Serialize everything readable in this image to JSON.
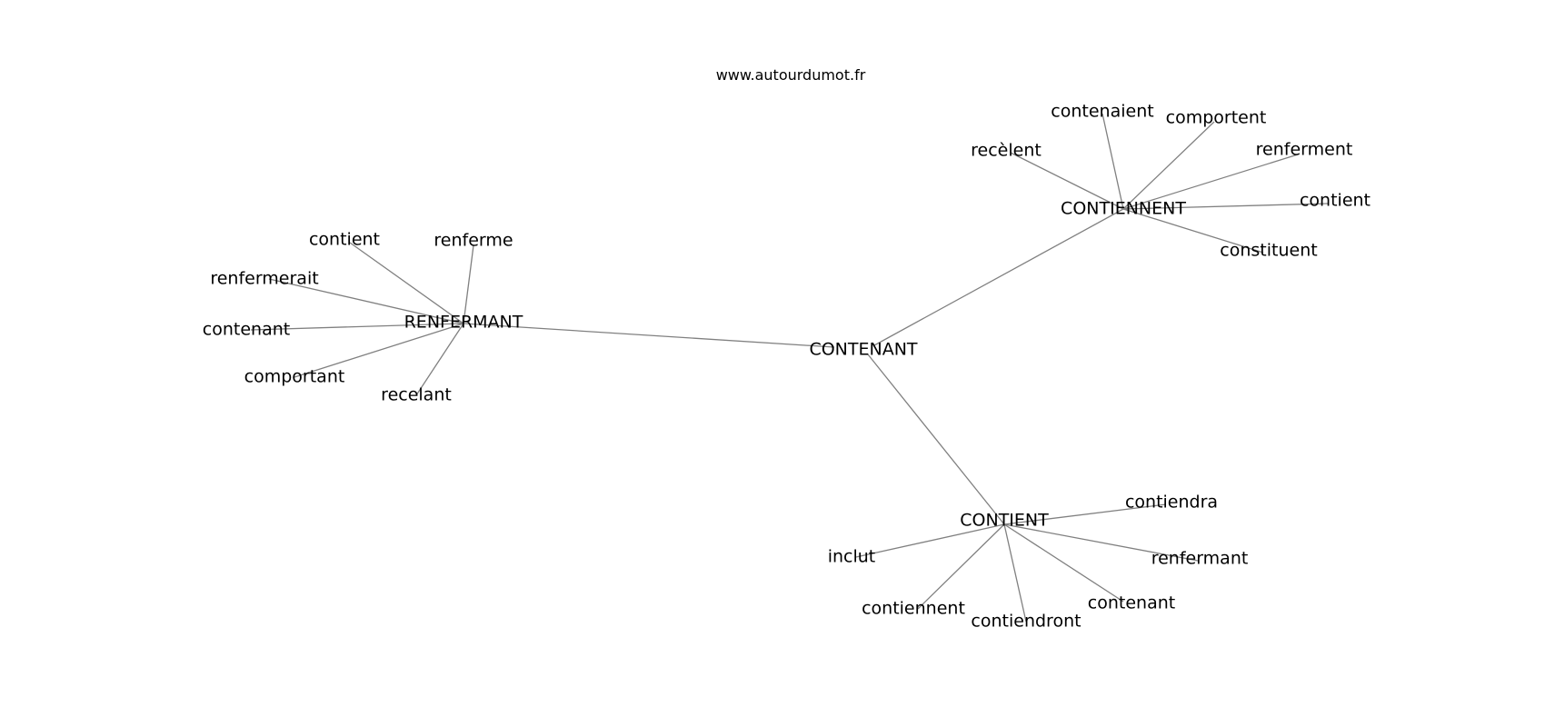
{
  "site": "www.autourdumot.fr",
  "graph": {
    "center": "CONTENANT",
    "hubs": [
      {
        "label": "RENFERMANT",
        "words": [
          "contient",
          "renferme",
          "renfermerait",
          "contenant",
          "comportant",
          "recelant"
        ]
      },
      {
        "label": "CONTIENNENT",
        "words": [
          "recèlent",
          "contenaient",
          "comportent",
          "renferment",
          "contient",
          "constituent"
        ]
      },
      {
        "label": "CONTIENT",
        "words": [
          "contiendra",
          "inclut",
          "renfermant",
          "contiennent",
          "contiendront",
          "contenant"
        ]
      }
    ]
  }
}
